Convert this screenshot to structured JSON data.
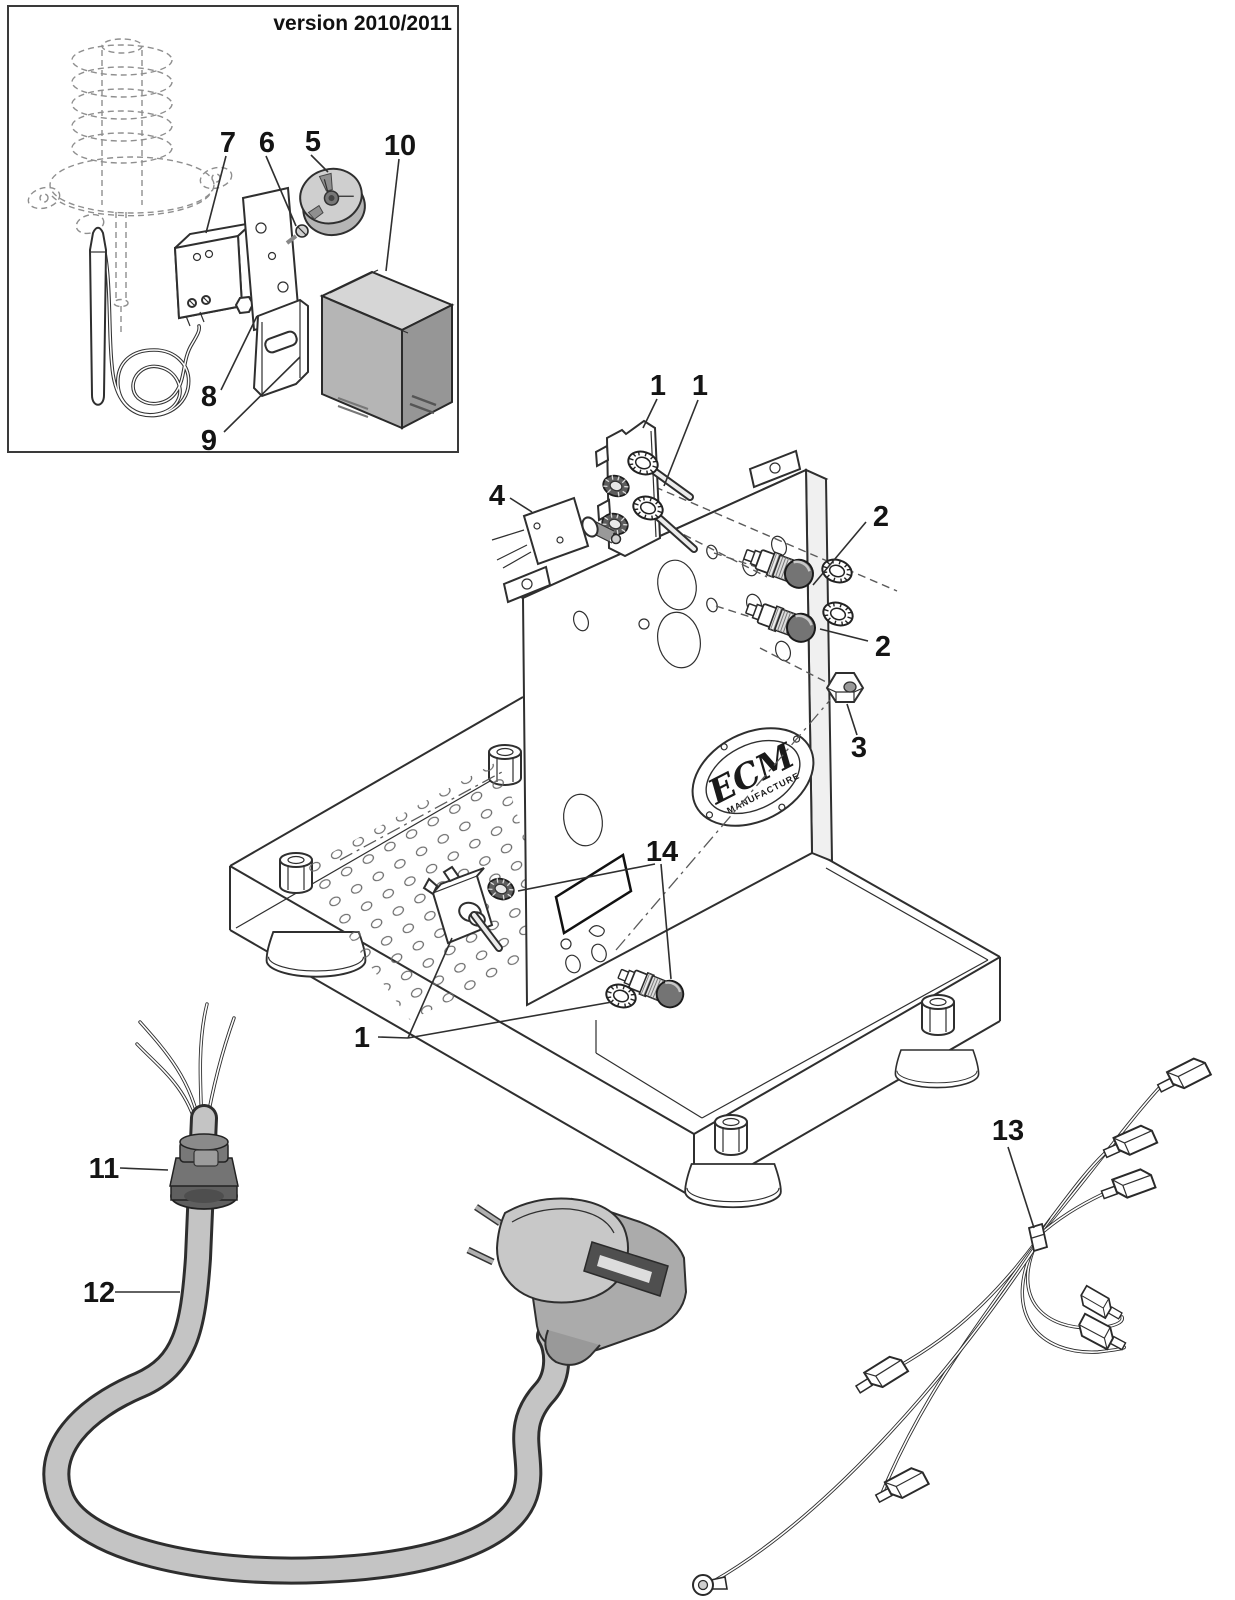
{
  "inset": {
    "version_label": "version 2010/2011"
  },
  "logo": {
    "brand": "ECM",
    "subtitle": "MANUFACTURE"
  },
  "callouts": {
    "c1a": "1",
    "c1b": "1",
    "c1c": "1",
    "c2a": "2",
    "c2b": "2",
    "c3": "3",
    "c4": "4",
    "c5": "5",
    "c6": "6",
    "c7": "7",
    "c8": "8",
    "c9": "9",
    "c10": "10",
    "c11": "11",
    "c12": "12",
    "c13": "13",
    "c14": "14"
  },
  "colors": {
    "line": "#2f2f2f",
    "cable": "#c4c4c4",
    "part_dark": "#747474",
    "part_mid": "#ababab",
    "part_light": "#d6d6d6",
    "background": "#ffffff"
  }
}
